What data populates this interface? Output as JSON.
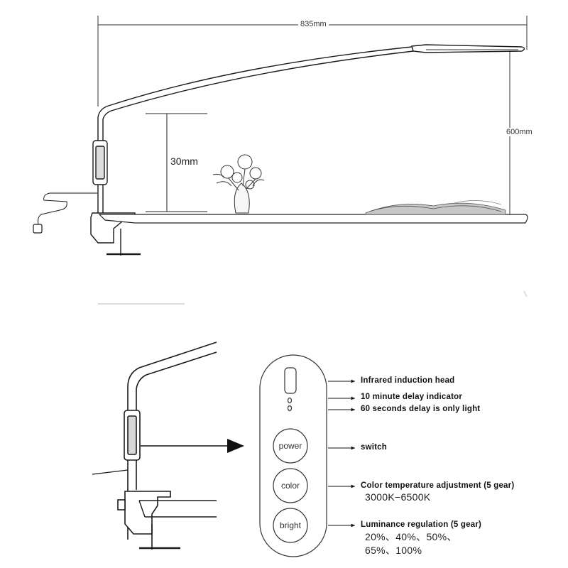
{
  "dimensions": {
    "width": "835mm",
    "height": "600mm",
    "clearance": "30mm"
  },
  "panel": {
    "buttons": [
      "power",
      "color",
      "bright"
    ]
  },
  "callouts": {
    "infrared": "Infrared induction head",
    "delay10": "10 minute delay indicator",
    "delay60": "60 seconds delay is only light",
    "switch": "switch",
    "color": "Color temperature adjustment (5 gear)",
    "color_range": "3000K−6500K",
    "bright": "Luminance regulation (5 gear)",
    "bright_levels_1": "20%、40%、50%、",
    "bright_levels_2": "65%、100%"
  },
  "colors": {
    "line": "#1a1a1a",
    "lamp_gray": "#9a9a9a",
    "book": "#bdbdbd"
  }
}
